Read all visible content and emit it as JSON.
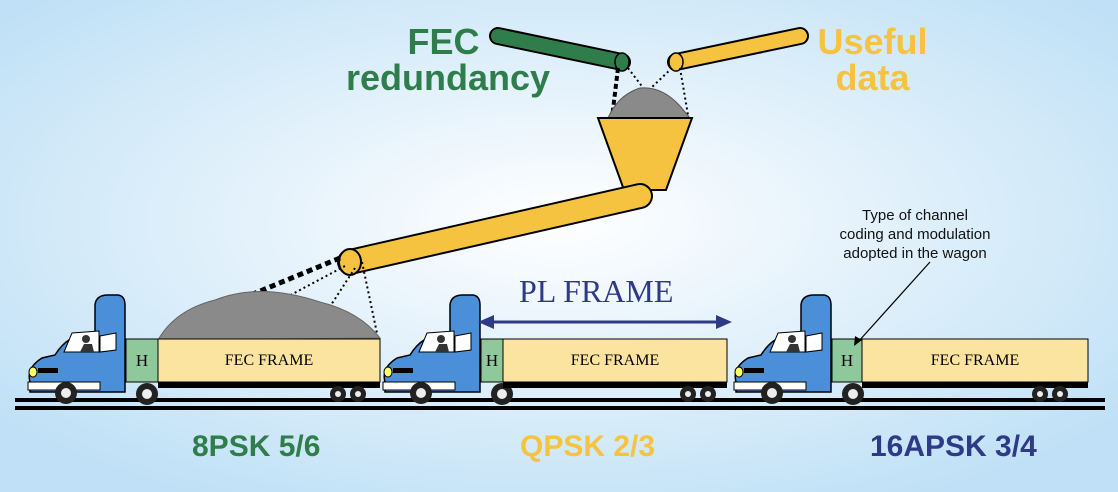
{
  "labels": {
    "fec_redundancy": [
      "FEC",
      "redundancy"
    ],
    "useful_data": [
      "Useful",
      "data"
    ],
    "pl_frame": "PL FRAME",
    "note": [
      "Type of channel",
      "coding and modulation",
      "adopted in the wagon"
    ]
  },
  "wagons": [
    {
      "header": "H",
      "frame": "FEC FRAME",
      "modulation": "8PSK 5/6",
      "color": "#2e7d4b"
    },
    {
      "header": "H",
      "frame": "FEC FRAME",
      "modulation": "QPSK 2/3",
      "color": "#f6c340"
    },
    {
      "header": "H",
      "frame": "FEC FRAME",
      "modulation": "16APSK 3/4",
      "color": "#2e3a87"
    }
  ],
  "colors": {
    "green": "#2e7d4b",
    "yellow": "#f6c340",
    "navy": "#2e3a87",
    "wagon": "#fbe3a0",
    "truck": "#4a8fd8",
    "header": "#8fc89a",
    "load": "#8a8a8a"
  }
}
